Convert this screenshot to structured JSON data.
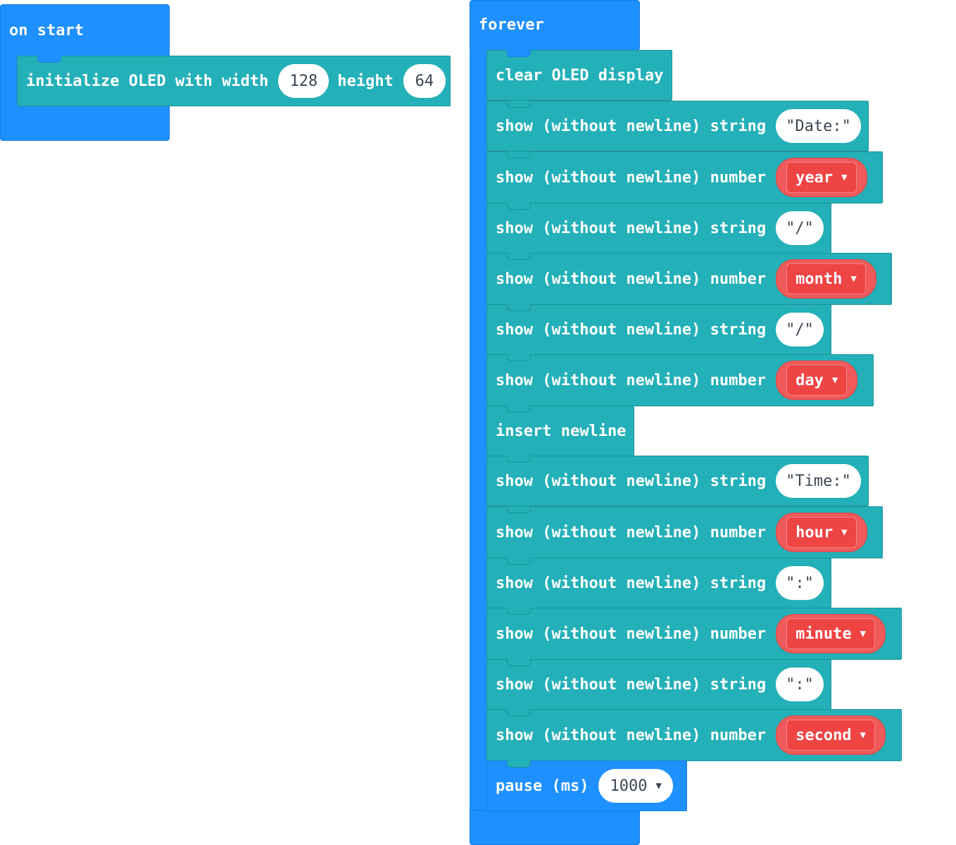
{
  "on_start": {
    "label": "on start",
    "init_block": {
      "prefix": "initialize OLED with width",
      "width_value": "128",
      "height_label": "height",
      "height_value": "64"
    }
  },
  "forever": {
    "label": "forever",
    "clear_label": "clear OLED display",
    "show_string_label": "show (without newline) string",
    "show_number_label": "show (without newline) number",
    "insert_newline_label": "insert newline",
    "strings": {
      "date": "Date:",
      "slash1": "/",
      "slash2": "/",
      "time": "Time:",
      "colon1": ":",
      "colon2": ":"
    },
    "variables": {
      "year": "year",
      "month": "month",
      "day": "day",
      "hour": "hour",
      "minute": "minute",
      "second": "second"
    },
    "pause": {
      "label": "pause (ms)",
      "value": "1000"
    }
  },
  "colors": {
    "basic_blue": "#1e90ff",
    "oled_teal": "#24b0b8",
    "variable_red": "#ef4444"
  },
  "icons": {
    "dropdown": "caret-down-icon"
  }
}
